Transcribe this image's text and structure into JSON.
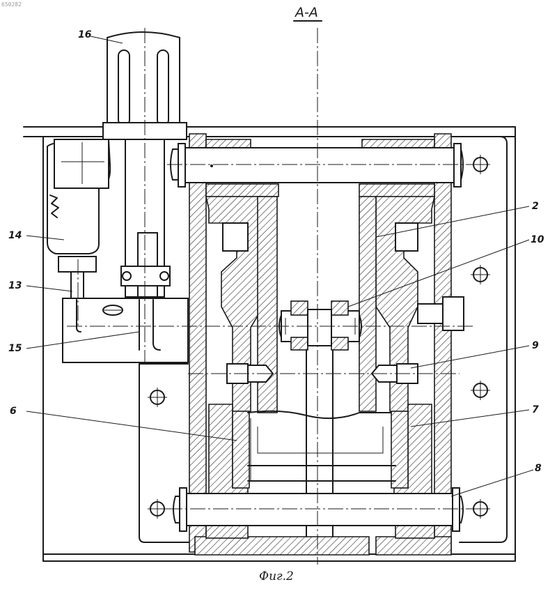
{
  "document_id": "650282",
  "section_title": "А-А",
  "caption": "Фиг.2",
  "labels": {
    "l16": "16",
    "l14": "14",
    "l13": "13",
    "l15": "15",
    "l6": "6",
    "l2": "2",
    "l10": "10",
    "l9": "9",
    "l7": "7",
    "l8": "8"
  }
}
